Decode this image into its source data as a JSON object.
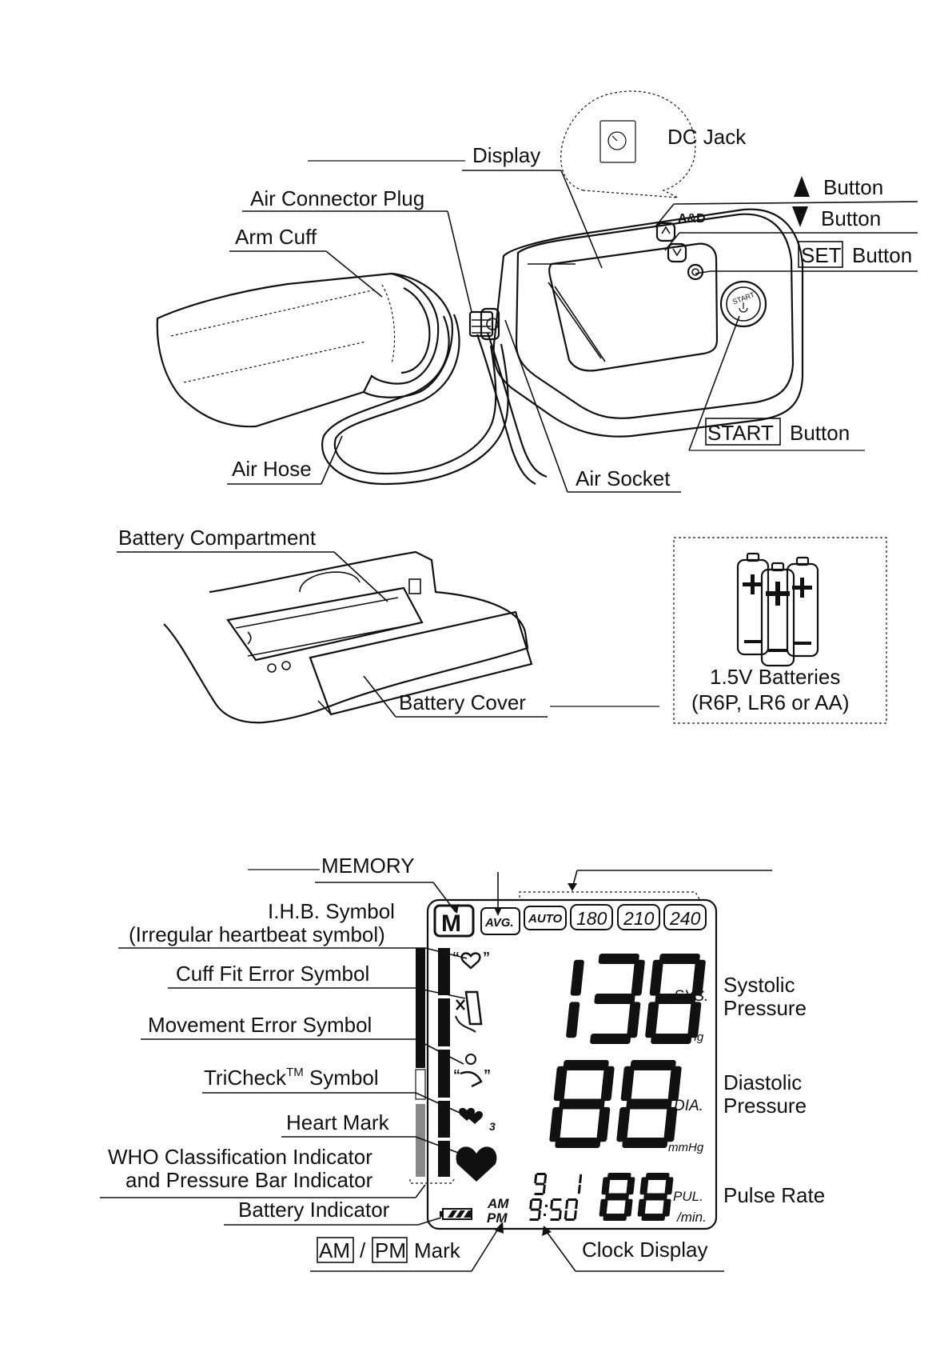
{
  "device_labels": {
    "dc_jack": "DC Jack",
    "display": "Display",
    "up_button_text": "Button",
    "down_button_text": "Button",
    "set_key": "SET",
    "set_button_text": "Button",
    "air_connector_plug": "Air Connector Plug",
    "arm_cuff": "Arm Cuff",
    "start_key": "START",
    "start_button_text": "Button",
    "air_hose": "Air Hose",
    "air_socket": "Air Socket",
    "battery_compartment": "Battery Compartment",
    "battery_cover": "Battery Cover",
    "batteries_line1": "1.5V Batteries",
    "batteries_line2": "(R6P, LR6 or AA)",
    "device_logo": "A&D",
    "device_start_label": "START"
  },
  "display_labels": {
    "memory": "MEMORY",
    "ihb_line1": "I.H.B. Symbol",
    "ihb_line2": "(Irregular heartbeat symbol)",
    "cuff_fit_error": "Cuff  Fit  Error  Symbol",
    "movement_error": "Movement  Error  Symbol",
    "tricheck_main": "TriCheck",
    "tricheck_tm": "TM",
    "tricheck_rest": " Symbol",
    "heart_mark": "Heart Mark",
    "who_line1": "WHO Classification Indicator",
    "who_line2": "and Pressure Bar Indicator",
    "battery_indicator": "Battery Indicator",
    "am_key": "AM",
    "slash": "/",
    "pm_key": "PM",
    "mark": "Mark",
    "clock_display": "Clock Display",
    "systolic_line1": "Systolic",
    "systolic_line2": "Pressure",
    "diastolic_line1": "Diastolic",
    "diastolic_line2": "Pressure",
    "pulse_rate": "Pulse Rate"
  },
  "lcd": {
    "memory_icon": "M",
    "avg": "AVG.",
    "auto": "AUTO",
    "pressure_presets": [
      "180",
      "210",
      "240"
    ],
    "systolic_value": "138",
    "sys_unit_label": "SYS.",
    "sys_unit": "mmHg",
    "diastolic_value": "88",
    "dia_unit_label": "DIA.",
    "dia_unit": "mmHg",
    "date_month": "9",
    "date_day": "1",
    "clock_time": "9:50",
    "am": "AM",
    "pm": "PM",
    "pulse_value": "88",
    "pul_label": "PUL.",
    "pul_unit": "/min.",
    "tricheck_count": "3"
  },
  "icons": [
    "up-triangle-icon",
    "down-triangle-icon",
    "memory-icon",
    "ihb-heart-icon",
    "cuff-fit-error-icon",
    "movement-error-icon",
    "tricheck-icon",
    "heart-mark-icon",
    "battery-icon",
    "battery-cell-icon"
  ]
}
